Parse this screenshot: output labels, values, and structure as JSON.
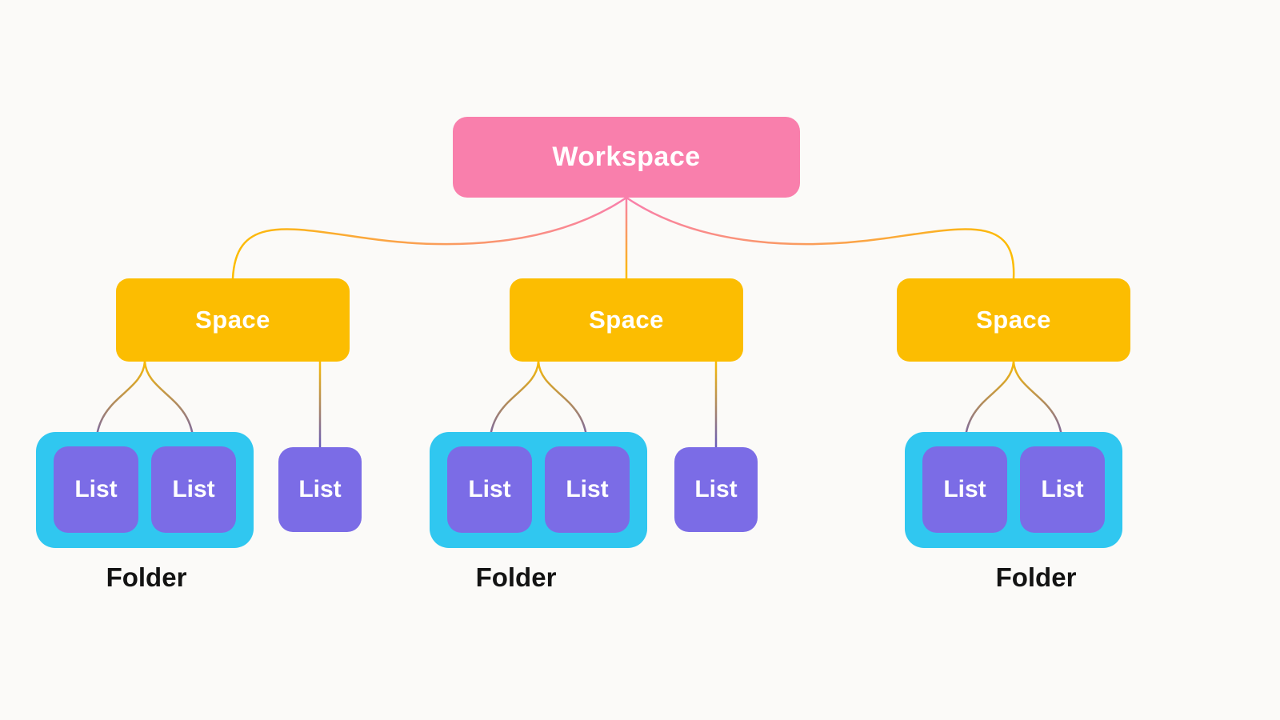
{
  "diagram": {
    "type": "hierarchy",
    "workspace": {
      "label": "Workspace"
    },
    "branches": [
      {
        "space_label": "Space",
        "folder": {
          "label": "Folder",
          "lists": [
            "List",
            "List"
          ]
        },
        "standalone_lists": [
          "List"
        ]
      },
      {
        "space_label": "Space",
        "folder": {
          "label": "Folder",
          "lists": [
            "List",
            "List"
          ]
        },
        "standalone_lists": [
          "List"
        ]
      },
      {
        "space_label": "Space",
        "folder": {
          "label": "Folder",
          "lists": [
            "List",
            "List"
          ]
        },
        "standalone_lists": []
      }
    ],
    "colors": {
      "background": "#FBFAF8",
      "workspace_pink": "#F97FAC",
      "space_yellow": "#FCBD01",
      "folder_cyan": "#30C7F0",
      "list_purple": "#7B6CE6",
      "connector_purple": "#6258C0",
      "node_text": "#FFFFFF",
      "folder_label_text": "#131313"
    }
  }
}
